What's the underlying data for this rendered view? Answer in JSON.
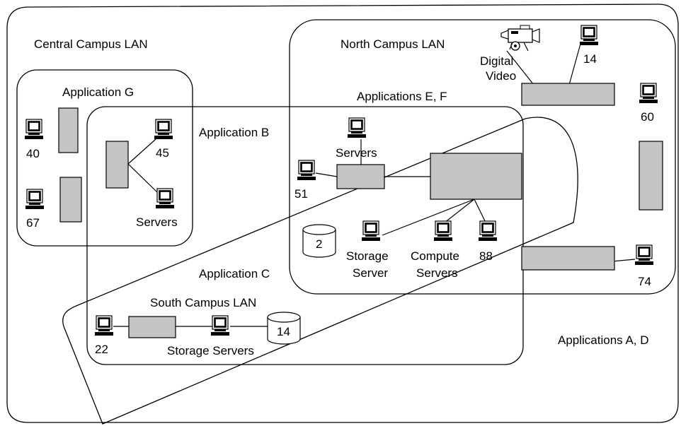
{
  "regions": {
    "central_campus_lan": "Central Campus LAN",
    "north_campus_lan": "North Campus LAN",
    "south_campus_lan": "South Campus LAN",
    "application_g": "Application G",
    "application_b": "Application B",
    "applications_e_f": "Applications E, F",
    "application_c": "Application C",
    "applications_a_d": "Applications A, D"
  },
  "labels": {
    "digital": "Digital",
    "video": "Video",
    "servers_b": "Servers",
    "servers_ef": "Servers",
    "storage": "Storage",
    "server": "Server",
    "compute": "Compute",
    "compute_servers": "Servers",
    "storage_servers_south": "Storage Servers"
  },
  "counts": {
    "ws_40": "40",
    "ws_67": "67",
    "ws_45": "45",
    "ws_51": "51",
    "ws_14_north": "14",
    "ws_60": "60",
    "ws_74": "74",
    "ws_88": "88",
    "ws_22": "22",
    "disk_2": "2",
    "disk_14": "14"
  },
  "icons": {
    "workstation": "workstation-icon",
    "storage": "storage-cylinder-icon",
    "camera": "video-camera-icon"
  }
}
